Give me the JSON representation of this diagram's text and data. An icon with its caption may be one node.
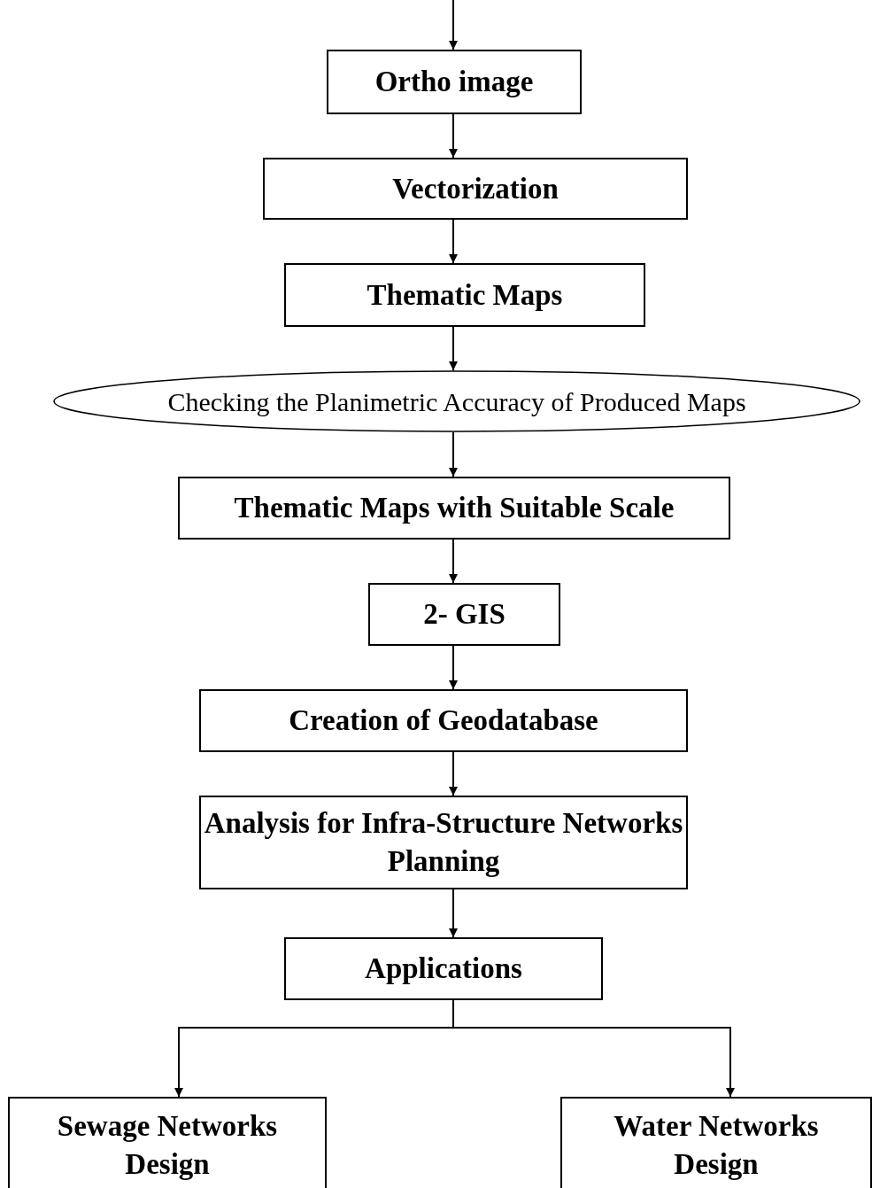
{
  "diagram": {
    "nodes": [
      {
        "text": [
          "Ortho image"
        ]
      },
      {
        "text": [
          "Vectorization"
        ]
      },
      {
        "text": [
          "Thematic Maps"
        ]
      },
      {
        "text": [
          "Checking the Planimetric Accuracy of Produced Maps"
        ]
      },
      {
        "text": [
          "Thematic Maps with Suitable Scale"
        ]
      },
      {
        "text": [
          "2- GIS"
        ]
      },
      {
        "text": [
          "Creation of Geodatabase"
        ]
      },
      {
        "text": [
          "Analysis for Infra-Structure Networks Planning"
        ]
      },
      {
        "text": [
          "Applications"
        ]
      },
      {
        "text": [
          "Sewage Networks Design"
        ]
      },
      {
        "text": [
          "Water Networks Design"
        ]
      }
    ],
    "edges": [
      {
        "from": null,
        "to": 0,
        "arrow": "to"
      },
      {
        "from": 0,
        "to": 1,
        "arrow": "to"
      },
      {
        "from": 1,
        "to": 2,
        "arrow": "to"
      },
      {
        "from": 2,
        "to": 3,
        "arrow": "to"
      },
      {
        "from": 3,
        "to": 4,
        "arrow": "to"
      },
      {
        "from": 4,
        "to": 5,
        "arrow": "to"
      },
      {
        "from": 5,
        "to": 6,
        "arrow": "to"
      },
      {
        "from": 6,
        "to": 7,
        "arrow": "to"
      },
      {
        "from": 7,
        "to": 8,
        "arrow": "to"
      },
      {
        "from": 8,
        "to": 9,
        "arrow": "to"
      },
      {
        "from": 8,
        "to": 10,
        "arrow": "to"
      }
    ]
  }
}
